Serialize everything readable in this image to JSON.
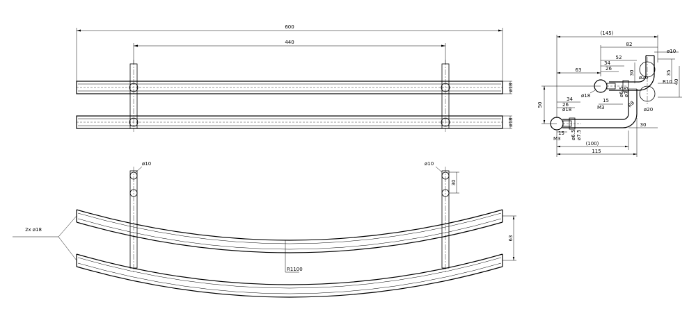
{
  "front_view": {
    "overall_length": "600",
    "bracket_spacing": "440",
    "tube_dia_upper": "ø18",
    "tube_dia_lower": "ø18"
  },
  "side_view": {
    "overall_depth": "(145)",
    "dim_82": "82",
    "dim_52": "52",
    "dim_34_upper": "34",
    "dim_26_upper": "26",
    "dim_63": "63",
    "dim_30_upper": "30",
    "dia_10": "ø10",
    "dim_35": "35",
    "dim_40": "40",
    "dia_20_upper": "ø20",
    "radius_10": "R10",
    "dia_18_upper": "ø18",
    "dia_6_5_upper": "ø6.5",
    "dia_7_5_upper": "ø7.5",
    "dim_15_upper": "15",
    "m3_upper": "M3",
    "r_small": "R8",
    "dia_20_lower": "ø20",
    "dim_50": "50",
    "dim_34_lower": "34",
    "dim_26_lower": "26",
    "dia_18_lower": "ø18",
    "dim_15_lower": "15",
    "m3_lower": "M3",
    "dia_6_5_lower": "ø6.5",
    "dia_7_5_lower": "ø7.5",
    "dim_100": "(100)",
    "dim_115": "115",
    "dim_30_lower": "30"
  },
  "plan_view": {
    "leader_label": "2x ø18",
    "dia_10_left": "ø10",
    "dia_10_right": "ø10",
    "dim_30": "30",
    "dim_63": "63",
    "radius": "R1100"
  }
}
